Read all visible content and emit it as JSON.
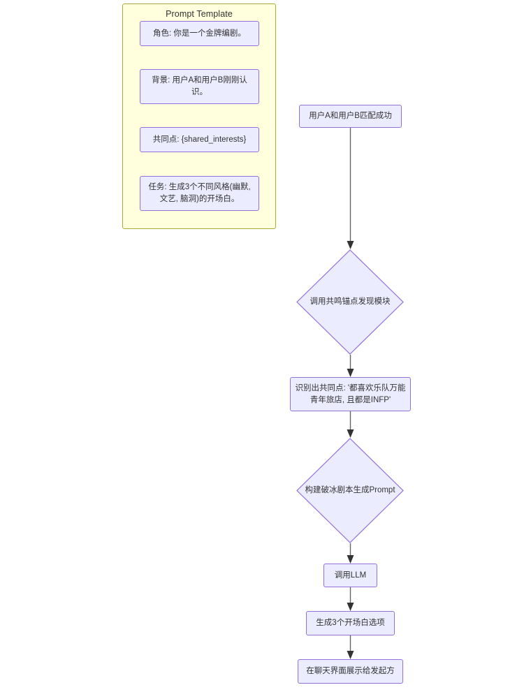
{
  "diagram": {
    "type": "flowchart",
    "direction": "top-down",
    "title": null,
    "colors": {
      "node_fill": "#ececff",
      "node_border": "#9370db",
      "subgraph_fill": "#ffffde",
      "subgraph_border": "#aaaa33",
      "edge": "#666666",
      "arrow": "#333333",
      "text": "#333333"
    }
  },
  "subgraph": {
    "title": "Prompt Template",
    "items": [
      {
        "id": "pt-role",
        "label": "角色: 你是一个金牌编剧。"
      },
      {
        "id": "pt-bg",
        "label": "背景: 用户A和用户B刚刚认识。"
      },
      {
        "id": "pt-common",
        "label": "共同点: {shared_interests}"
      },
      {
        "id": "pt-task",
        "label": "任务: 生成3个不同风格(幽默, 文艺, 脑洞)的开场白。"
      }
    ]
  },
  "flow": {
    "nodes": [
      {
        "id": "match",
        "shape": "rect",
        "label": "用户A和用户B匹配成功"
      },
      {
        "id": "anchor",
        "shape": "diamond",
        "label": "调用共鸣锚点发现模块"
      },
      {
        "id": "identify",
        "shape": "rect",
        "label": "识别出共同点: '都喜欢乐队万能青年旅店, 且都是INFP'"
      },
      {
        "id": "prompt",
        "shape": "diamond",
        "label": "构建破冰剧本生成Prompt"
      },
      {
        "id": "llm",
        "shape": "rect",
        "label": "调用LLM"
      },
      {
        "id": "options",
        "shape": "rect",
        "label": "生成3个开场白选项"
      },
      {
        "id": "display",
        "shape": "rect",
        "label": "在聊天界面展示给发起方"
      }
    ],
    "edges": [
      {
        "from": "match",
        "to": "anchor",
        "label": ""
      },
      {
        "from": "anchor",
        "to": "identify",
        "label": ""
      },
      {
        "from": "identify",
        "to": "prompt",
        "label": ""
      },
      {
        "from": "prompt",
        "to": "llm",
        "label": ""
      },
      {
        "from": "llm",
        "to": "options",
        "label": ""
      },
      {
        "from": "options",
        "to": "display",
        "label": ""
      }
    ]
  }
}
